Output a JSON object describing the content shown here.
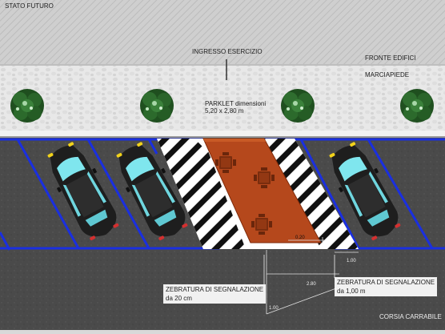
{
  "labels": {
    "stato_futuro": "STATO FUTURO",
    "ingresso": "INGRESSO ESERCIZIO",
    "fronte_edifici": "FRONTE EDIFICI",
    "marciapiede": "MARCIAPIEDE",
    "parklet_title": "PARKLET dimensioni",
    "parklet_size": "5,20 x 2,80 m",
    "zebra20_title": "ZEBRATURA DI SEGNALAZIONE",
    "zebra20_sub": "da 20 cm",
    "zebra100_title": "ZEBRATURA DI SEGNALAZIONE",
    "zebra100_sub": "da 1,00 m",
    "corsia": "CORSIA CARRABILE"
  },
  "dimensions": {
    "d020": "0.20",
    "d100a": "1.00",
    "d280": "2.80",
    "d100b": "1.00"
  },
  "colors": {
    "building_strip": "#c8c8c8",
    "pavement": "#e6e6e6",
    "curb": "#efefef",
    "asphalt": "#4a4a4a",
    "parking_line": "#1a2fe0",
    "parklet_deck": "#b5481c",
    "car_body": "#222222",
    "car_glass": "#7fe6ee"
  },
  "icons": [
    "tree-icon",
    "car-icon",
    "table-icon"
  ]
}
